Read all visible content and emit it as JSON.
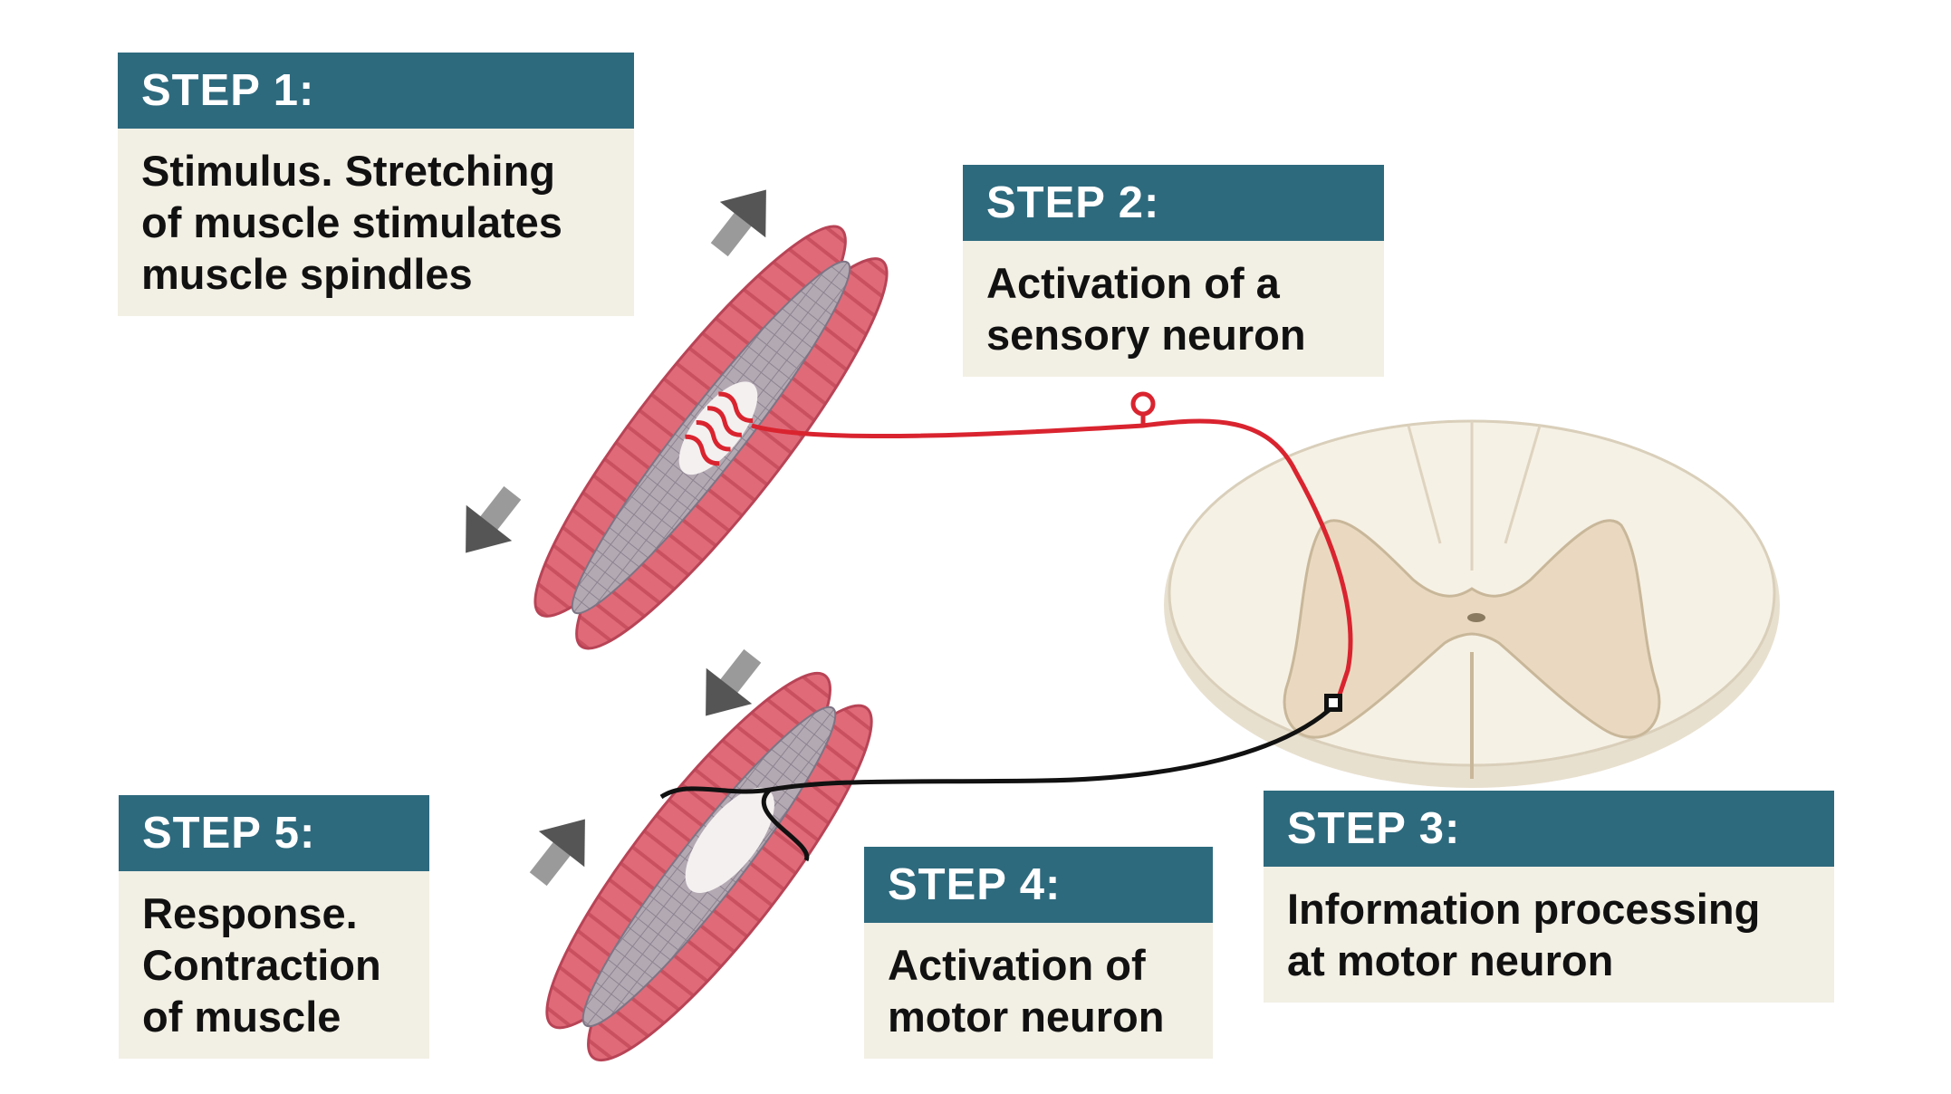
{
  "colors": {
    "header": "#2e6a7e",
    "body": "#f2efe4",
    "muscle": "#e06a78",
    "spinal_cord": "#f4efe3",
    "grey_matter": "#ead9c0",
    "sensory_neuron": "#d9242f",
    "motor_neuron": "#111111"
  },
  "steps": [
    {
      "header": "STEP 1:",
      "text": "Stimulus. Stretching\nof muscle stimulates\nmuscle spindles"
    },
    {
      "header": "STEP 2:",
      "text": "Activation of a\nsensory neuron"
    },
    {
      "header": "STEP 3:",
      "text": "Information processing\nat motor neuron"
    },
    {
      "header": "STEP 4:",
      "text": "Activation of\nmotor neuron"
    },
    {
      "header": "STEP 5:",
      "text": "Response.\nContraction\nof muscle"
    }
  ]
}
